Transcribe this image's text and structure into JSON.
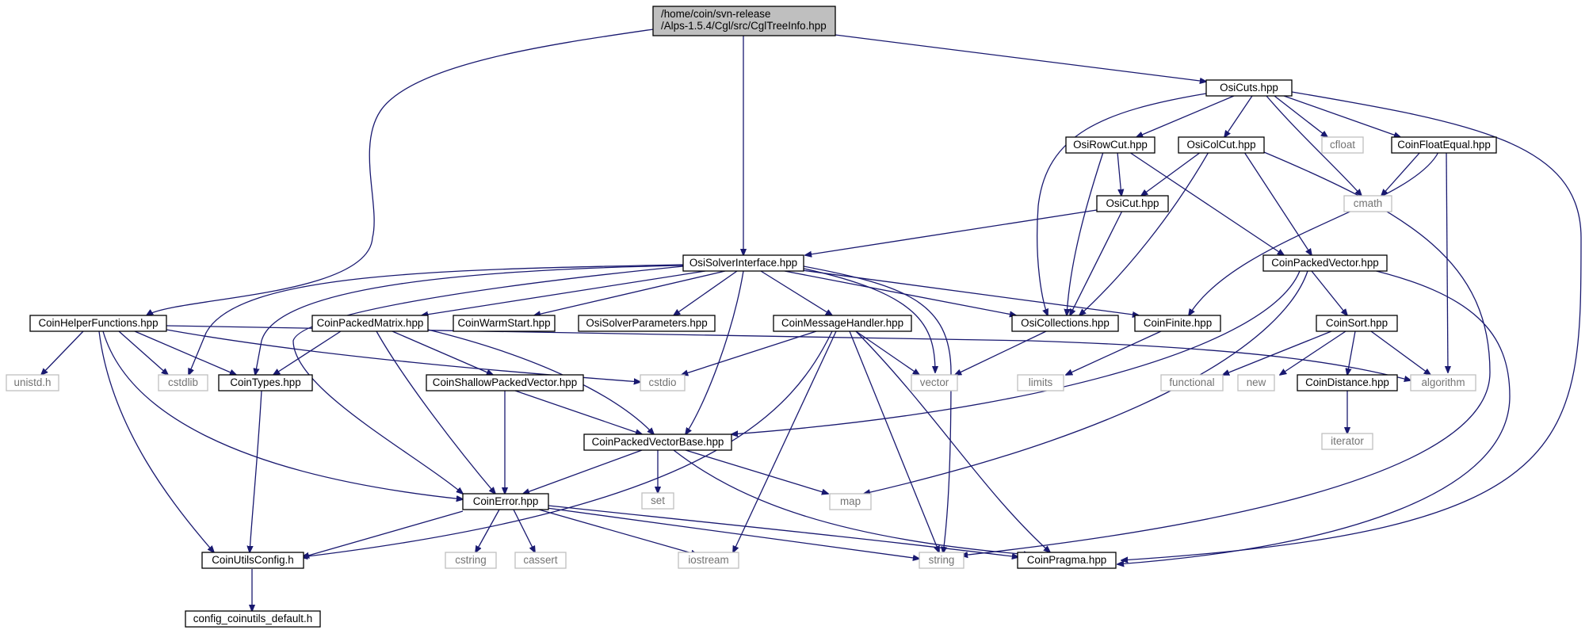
{
  "diagram": {
    "root": {
      "line1": "/home/coin/svn-release",
      "line2": "/Alps-1.5.4/Cgl/src/CglTreeInfo.hpp"
    },
    "nodes": {
      "OsiCuts": "OsiCuts.hpp",
      "OsiRowCut": "OsiRowCut.hpp",
      "OsiColCut": "OsiColCut.hpp",
      "cfloat": "cfloat",
      "CoinFloatEqual": "CoinFloatEqual.hpp",
      "OsiCut": "OsiCut.hpp",
      "cmath": "cmath",
      "OsiSolverInterface": "OsiSolverInterface.hpp",
      "CoinPackedVector": "CoinPackedVector.hpp",
      "CoinHelperFunctions": "CoinHelperFunctions.hpp",
      "CoinPackedMatrix": "CoinPackedMatrix.hpp",
      "CoinWarmStart": "CoinWarmStart.hpp",
      "OsiSolverParameters": "OsiSolverParameters.hpp",
      "CoinMessageHandler": "CoinMessageHandler.hpp",
      "OsiCollections": "OsiCollections.hpp",
      "CoinFinite": "CoinFinite.hpp",
      "CoinSort": "CoinSort.hpp",
      "unistd": "unistd.h",
      "cstdlib": "cstdlib",
      "CoinTypes": "CoinTypes.hpp",
      "CoinShallowPackedVector": "CoinShallowPackedVector.hpp",
      "cstdio": "cstdio",
      "vector": "vector",
      "limits": "limits",
      "functional": "functional",
      "new": "new",
      "CoinDistance": "CoinDistance.hpp",
      "algorithm": "algorithm",
      "CoinPackedVectorBase": "CoinPackedVectorBase.hpp",
      "iterator": "iterator",
      "CoinError": "CoinError.hpp",
      "set": "set",
      "map": "map",
      "CoinUtilsConfig": "CoinUtilsConfig.h",
      "cstring": "cstring",
      "cassert": "cassert",
      "iostream": "iostream",
      "string": "string",
      "CoinPragma": "CoinPragma.hpp",
      "config_coinutils_default": "config_coinutils_default.h"
    }
  }
}
